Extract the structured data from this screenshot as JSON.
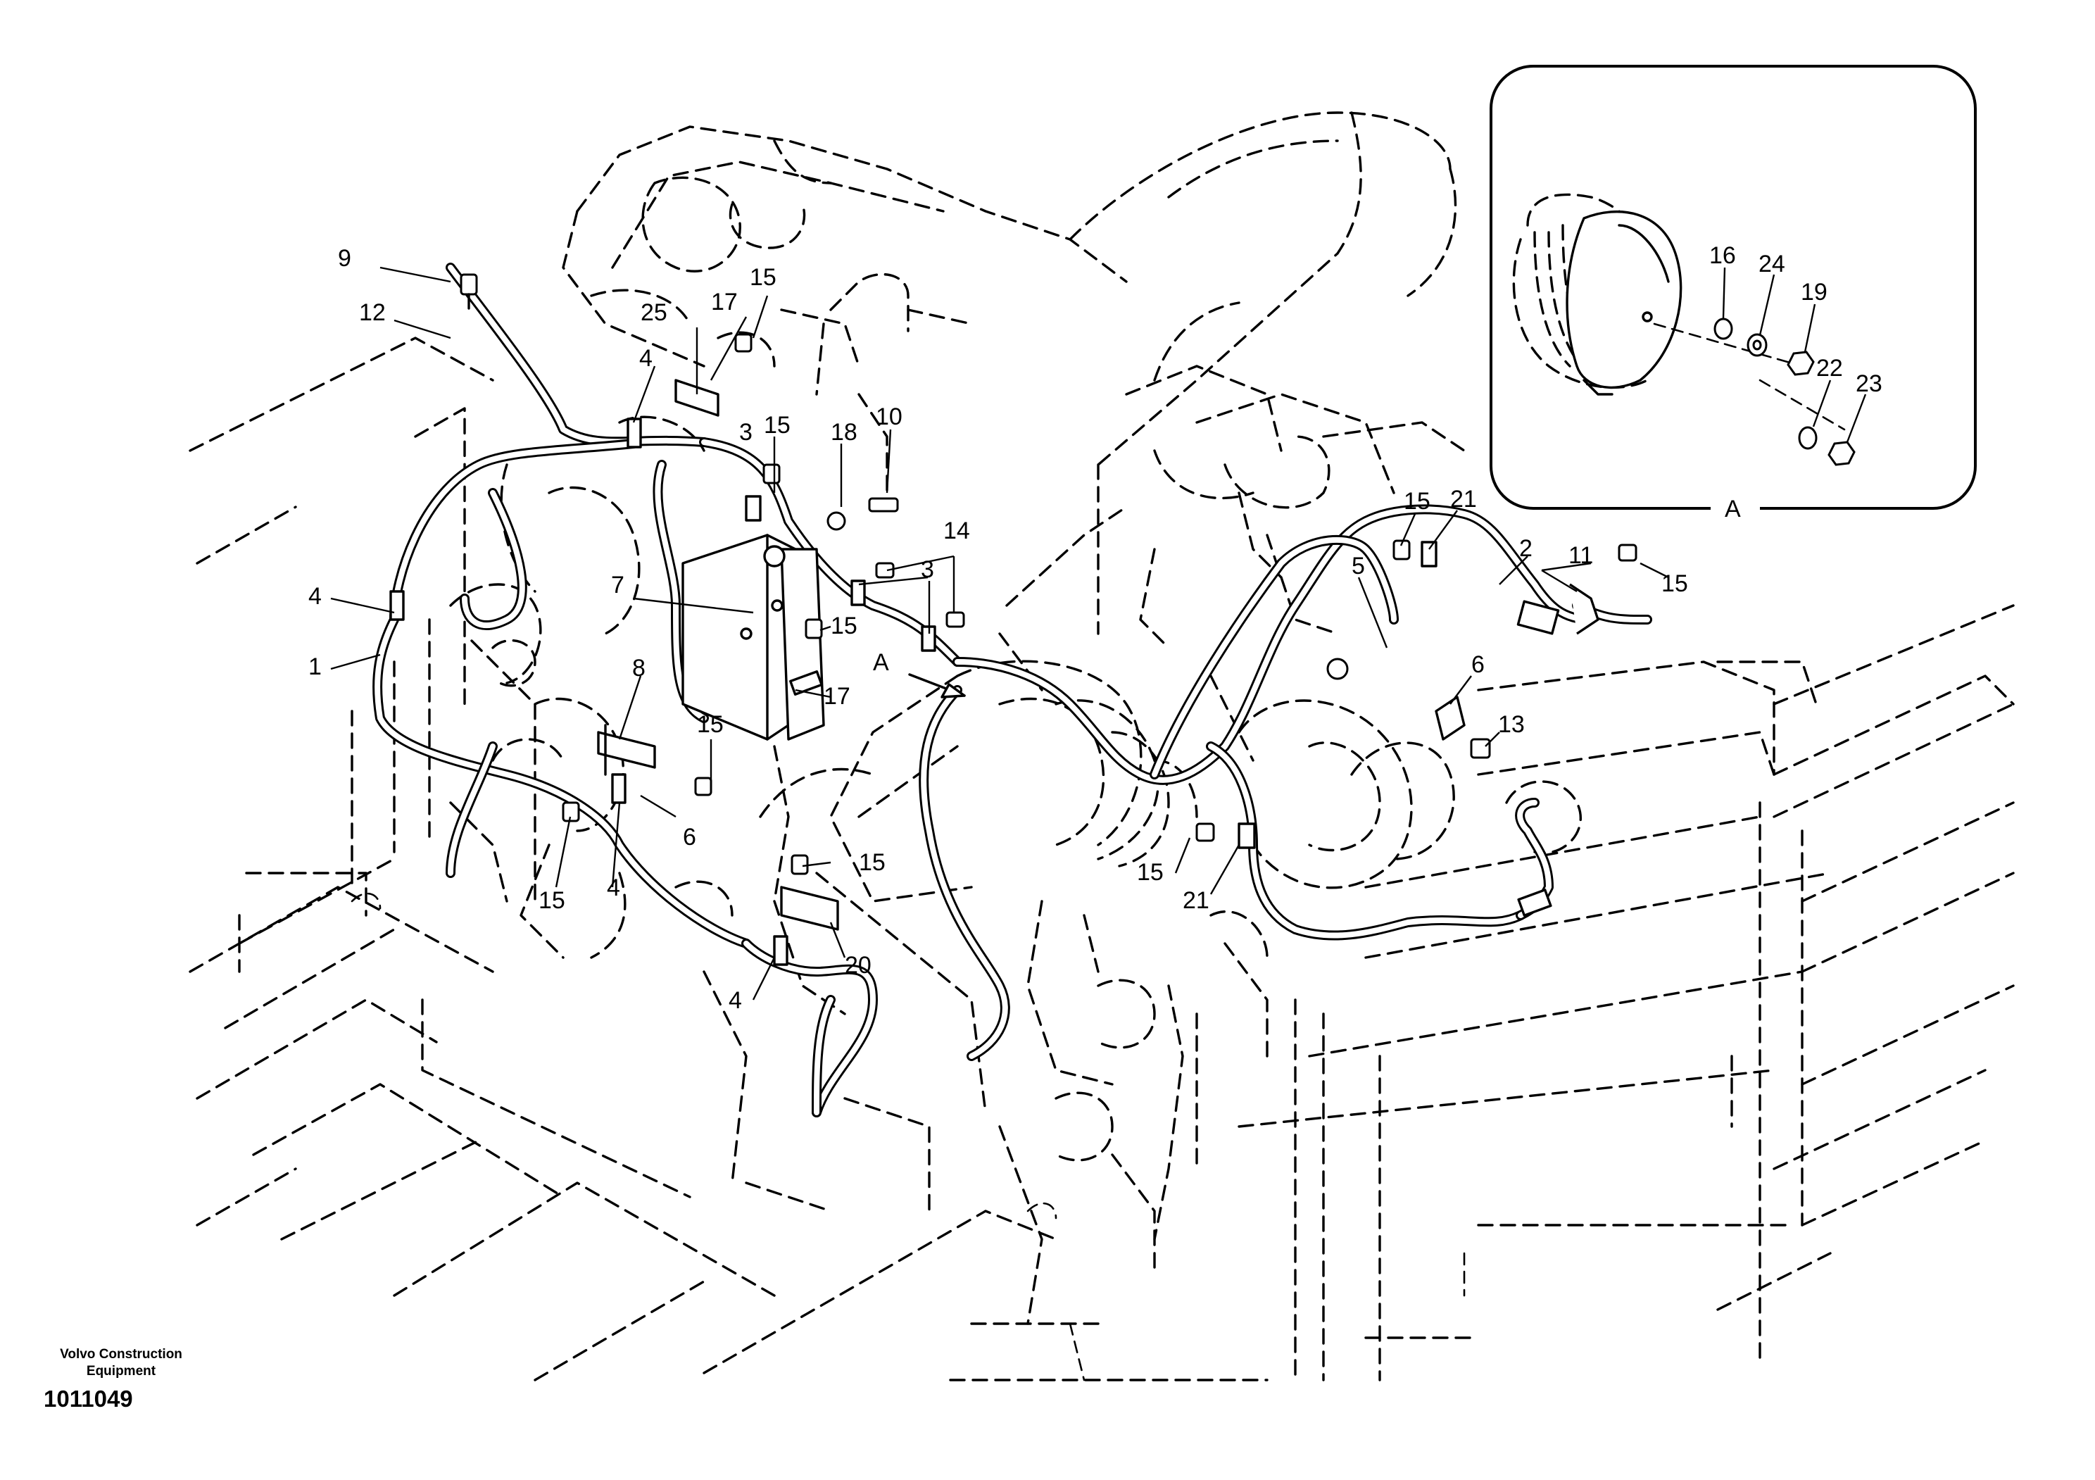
{
  "footer": {
    "company_line1": "Volvo Construction",
    "company_line2": "Equipment",
    "drawing_number": "1011049"
  },
  "inset": {
    "label": "A",
    "callouts": [
      "16",
      "24",
      "19",
      "22",
      "23"
    ]
  },
  "view_arrow_label": "A",
  "callouts": {
    "c1": "1",
    "c2": "2",
    "c3a": "3",
    "c3b": "3",
    "c4a": "4",
    "c4b": "4",
    "c4c": "4",
    "c4d": "4",
    "c5": "5",
    "c6a": "6",
    "c6b": "6",
    "c7": "7",
    "c8": "8",
    "c9": "9",
    "c10": "10",
    "c11": "11",
    "c12": "12",
    "c13": "13",
    "c14": "14",
    "c15a": "15",
    "c15b": "15",
    "c15c": "15",
    "c15d": "15",
    "c15e": "15",
    "c15f": "15",
    "c15g": "15",
    "c15h": "15",
    "c15i": "15",
    "c17a": "17",
    "c17b": "17",
    "c18": "18",
    "c20": "20",
    "c21a": "21",
    "c21b": "21",
    "c25": "25"
  }
}
